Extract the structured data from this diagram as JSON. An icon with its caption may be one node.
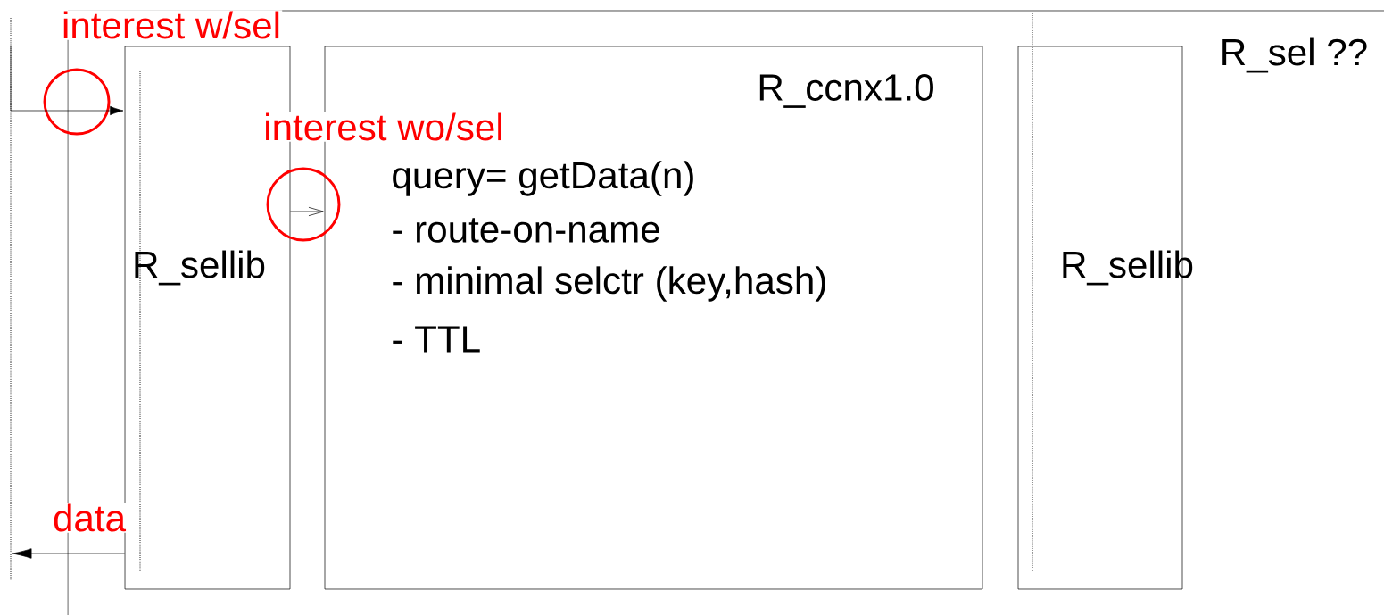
{
  "diagram": {
    "nodes": [
      {
        "text": [
          "R_sel ??"
        ]
      },
      {
        "text": [
          "R_sellib"
        ],
        "in": 0
      },
      {
        "text": [
          "R_ccnx1.0",
          "query= getData(n)",
          "- route-on-name",
          "- minimal selctr (key,hash)",
          "- TTL"
        ],
        "in": 0
      },
      {
        "text": [
          "R_sellib"
        ],
        "in": 0
      }
    ],
    "edges": [
      {
        "from": null,
        "to": 1,
        "arrow": "to",
        "label": "interest w/sel"
      },
      {
        "from": 1,
        "to": 2,
        "arrow": "to",
        "label": "interest wo/sel"
      },
      {
        "from": 1,
        "to": null,
        "arrow": "to",
        "label": "data"
      }
    ]
  }
}
